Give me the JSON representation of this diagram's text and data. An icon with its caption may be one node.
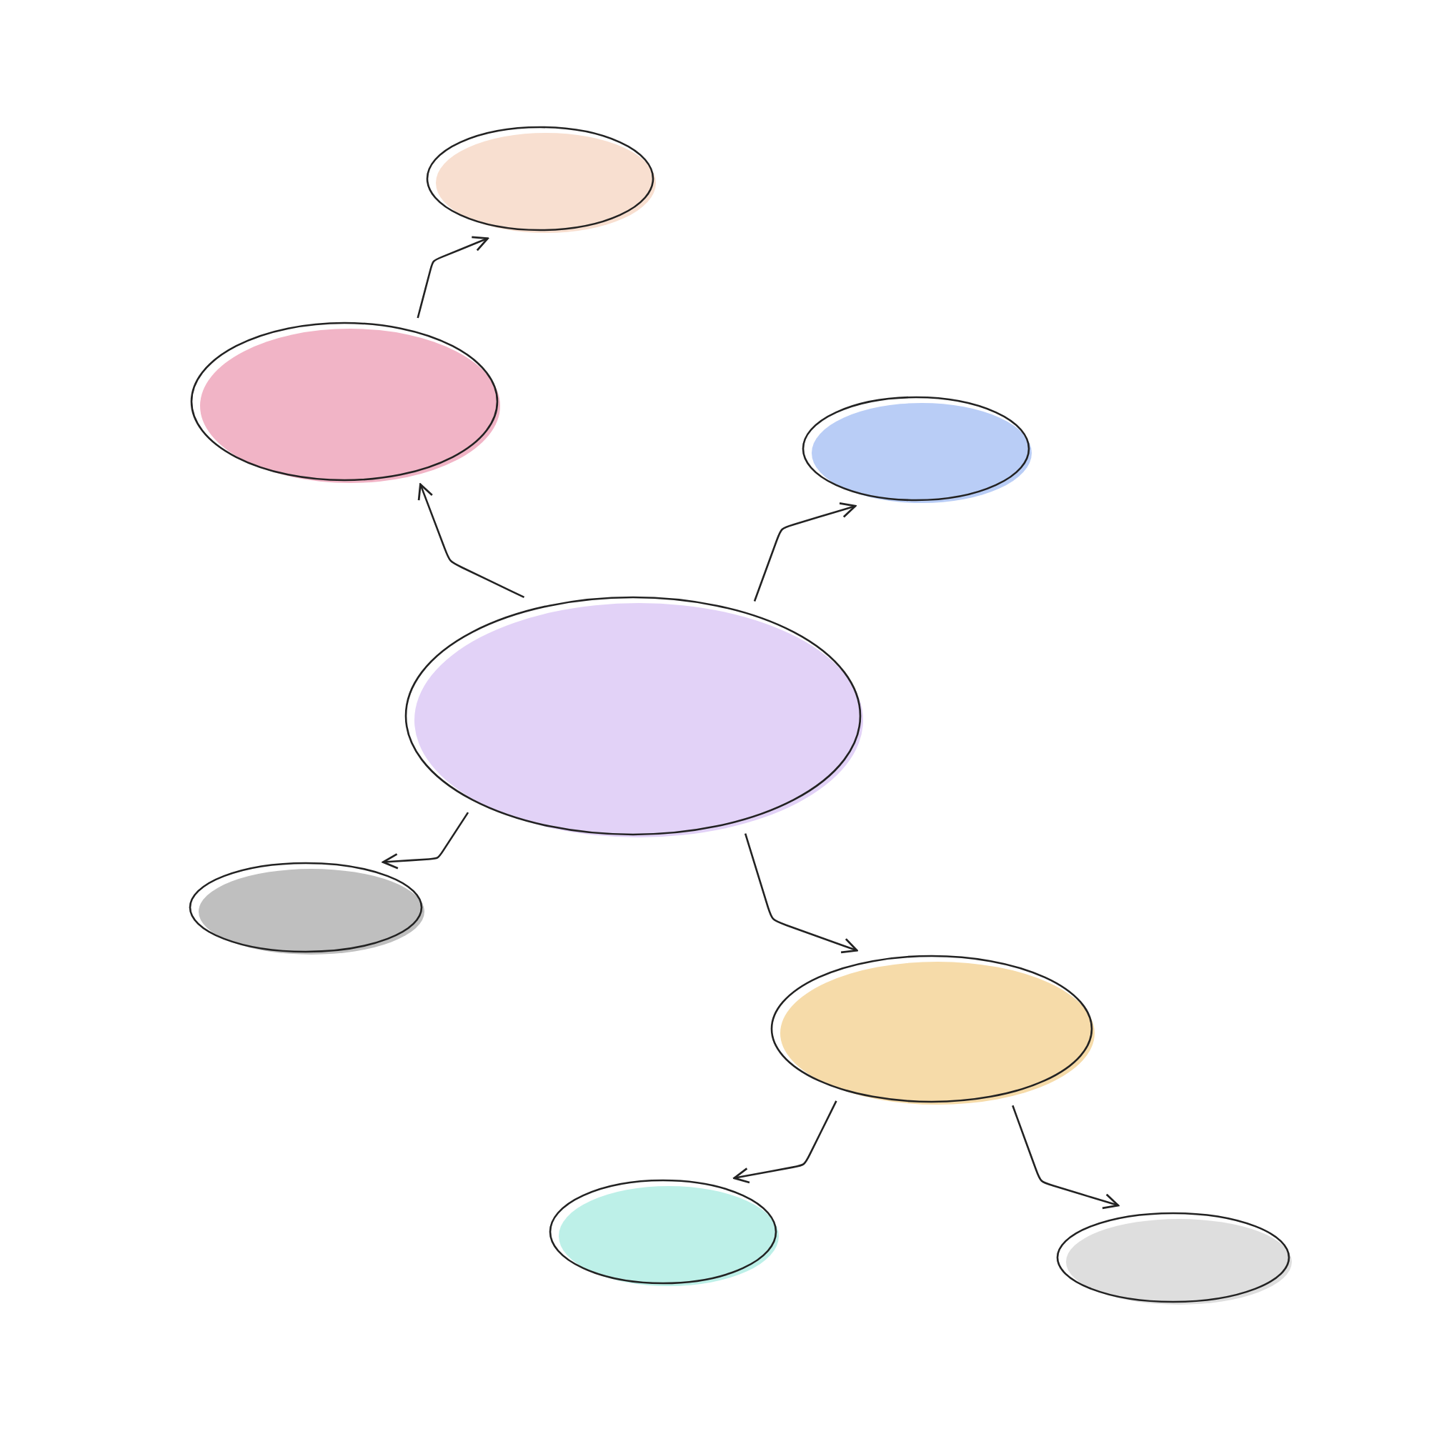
{
  "diagram": {
    "nodes": [
      {
        "text": [],
        "shape": "ellipse"
      },
      {
        "text": [],
        "shape": "ellipse"
      },
      {
        "text": [],
        "shape": "ellipse"
      },
      {
        "text": [],
        "shape": "ellipse"
      },
      {
        "text": [],
        "shape": "ellipse"
      },
      {
        "text": [],
        "shape": "ellipse"
      },
      {
        "text": [],
        "shape": "ellipse"
      },
      {
        "text": [],
        "shape": "ellipse"
      }
    ],
    "edges": [
      {
        "from": 1,
        "to": 0,
        "arrow": "to"
      },
      {
        "from": 3,
        "to": 1,
        "arrow": "to"
      },
      {
        "from": 3,
        "to": 2,
        "arrow": "to"
      },
      {
        "from": 3,
        "to": 4,
        "arrow": "to"
      },
      {
        "from": 3,
        "to": 5,
        "arrow": "to"
      },
      {
        "from": 5,
        "to": 6,
        "arrow": "to"
      },
      {
        "from": 5,
        "to": 7,
        "arrow": "to"
      }
    ]
  }
}
